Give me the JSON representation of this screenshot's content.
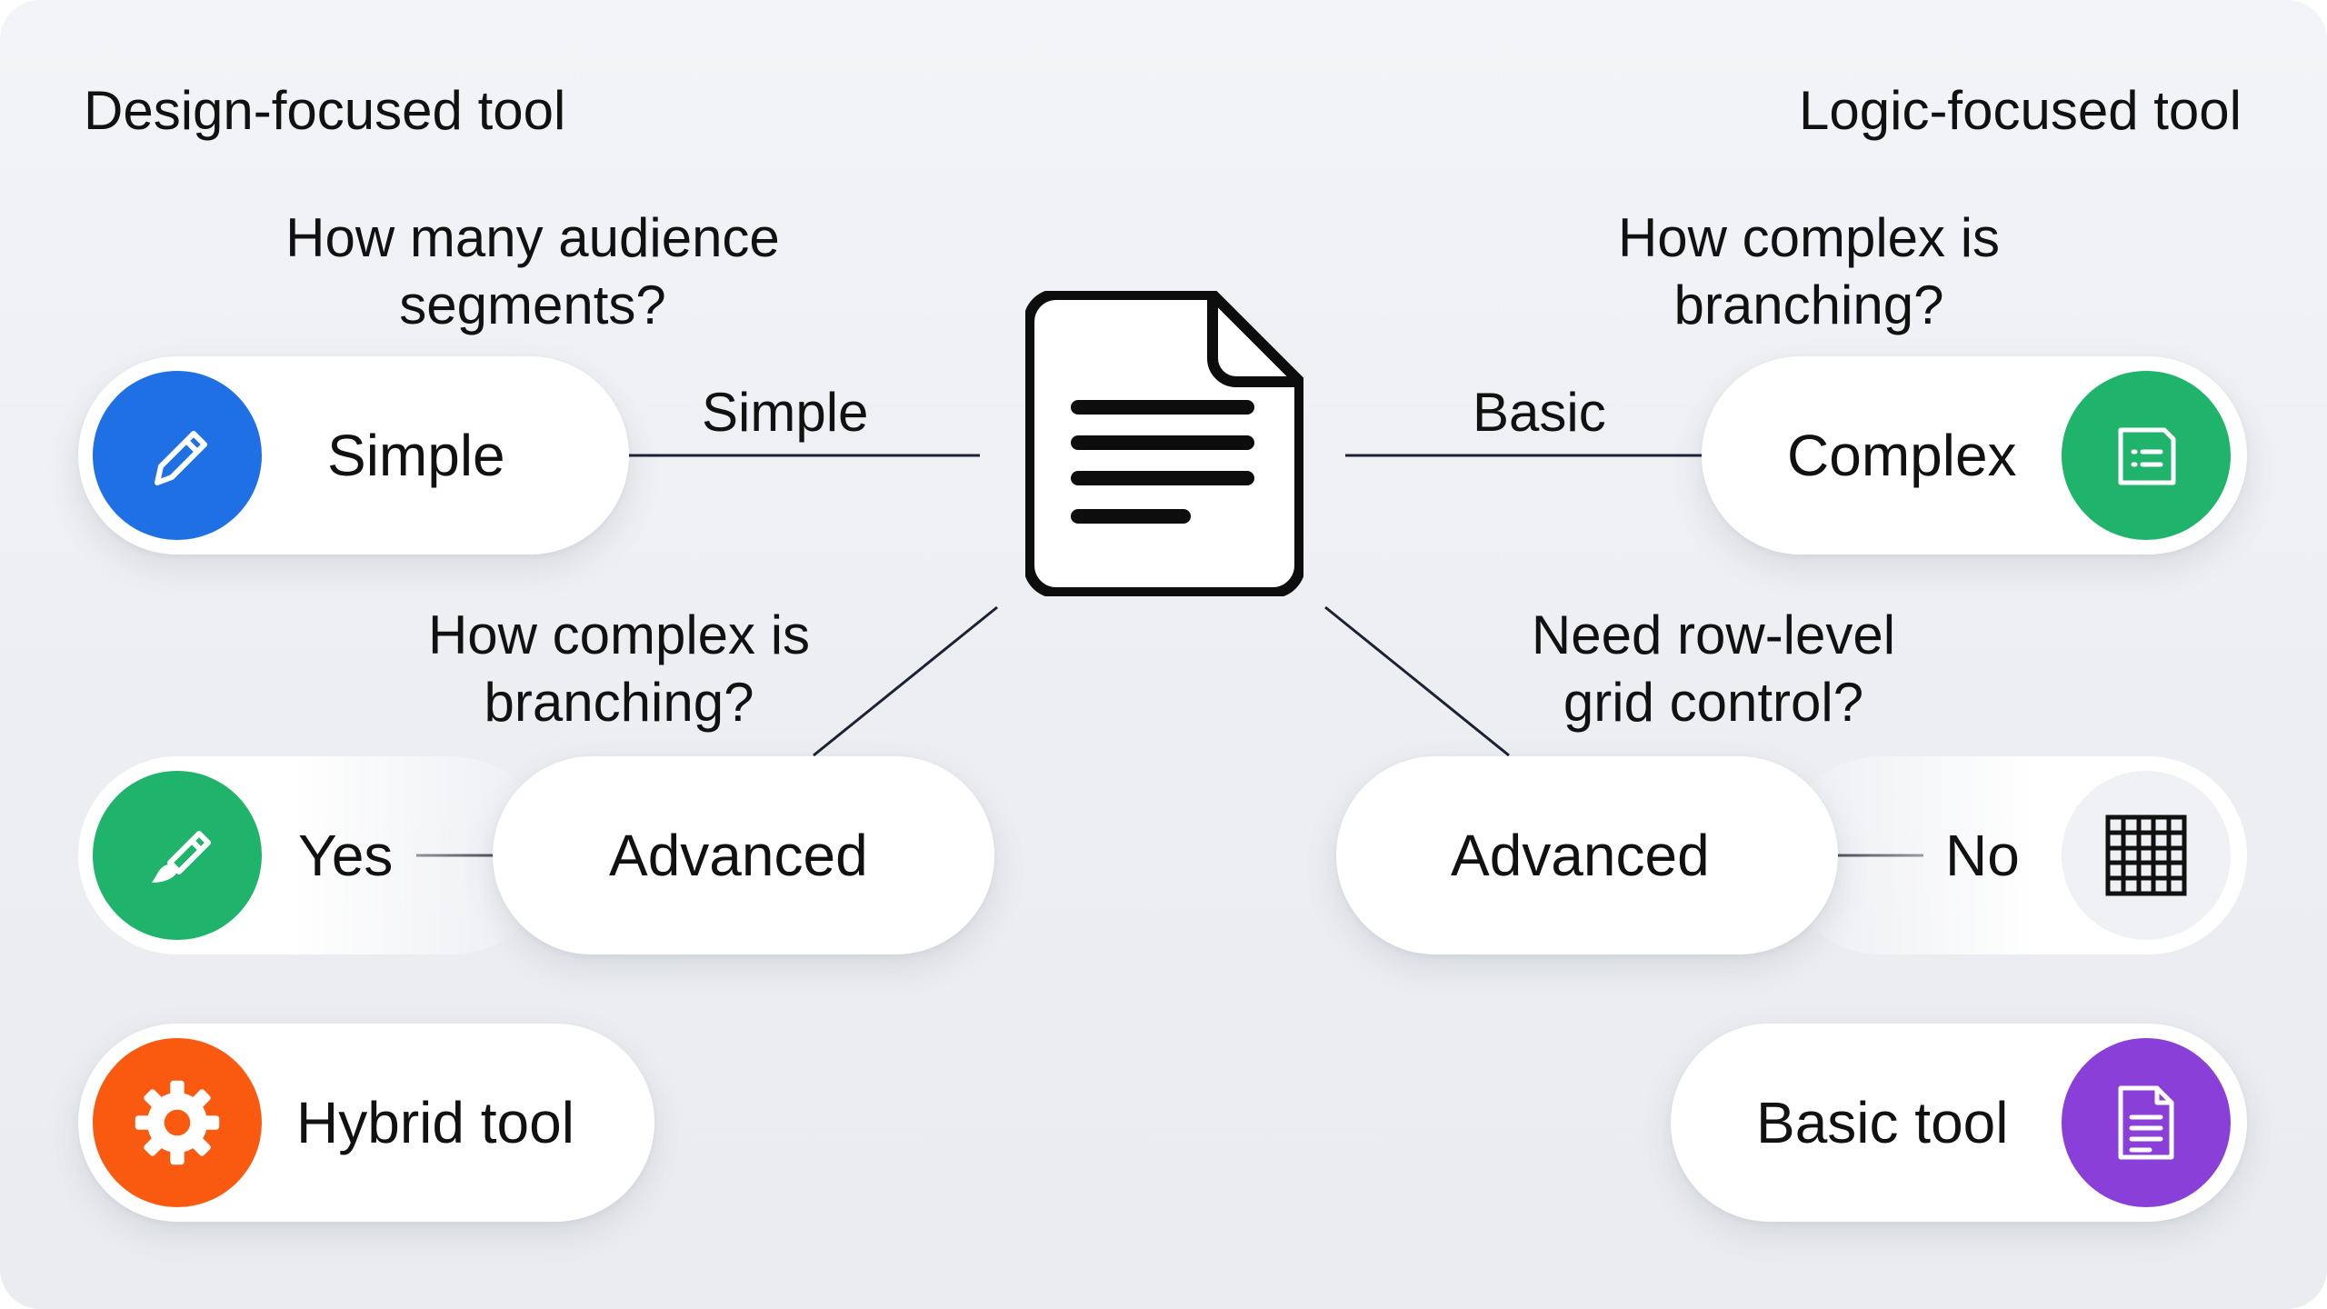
{
  "headings": {
    "left": "Design-focused tool",
    "right": "Logic-focused tool"
  },
  "questions": {
    "audience": [
      "How many audience",
      "segments?"
    ],
    "branching_left": [
      "How complex is",
      "branching?"
    ],
    "branching_right": [
      "How complex is",
      "branching?"
    ],
    "grid": [
      "Need row-level",
      "grid control?"
    ]
  },
  "edge_labels": {
    "simple": "Simple",
    "basic": "Basic",
    "yes": "Yes",
    "no": "No"
  },
  "nodes": {
    "simple": {
      "label": "Simple",
      "icon": "pencil-icon",
      "color": "#1f6fe5"
    },
    "complex": {
      "label": "Complex",
      "icon": "form-icon",
      "color": "#1fb36c"
    },
    "yes": {
      "label": "Yes",
      "icon": "paintbrush-icon",
      "color": "#1fb36c"
    },
    "advanced_left": {
      "label": "Advanced"
    },
    "advanced_right": {
      "label": "Advanced"
    },
    "no": {
      "label": "No",
      "icon": "grid-icon"
    },
    "hybrid": {
      "label": "Hybrid tool",
      "icon": "gear-icon",
      "color": "#fa5a0f"
    },
    "basic_tool": {
      "label": "Basic tool",
      "icon": "document-icon",
      "color": "#8b3fd9"
    }
  },
  "center_icon": "document-icon"
}
